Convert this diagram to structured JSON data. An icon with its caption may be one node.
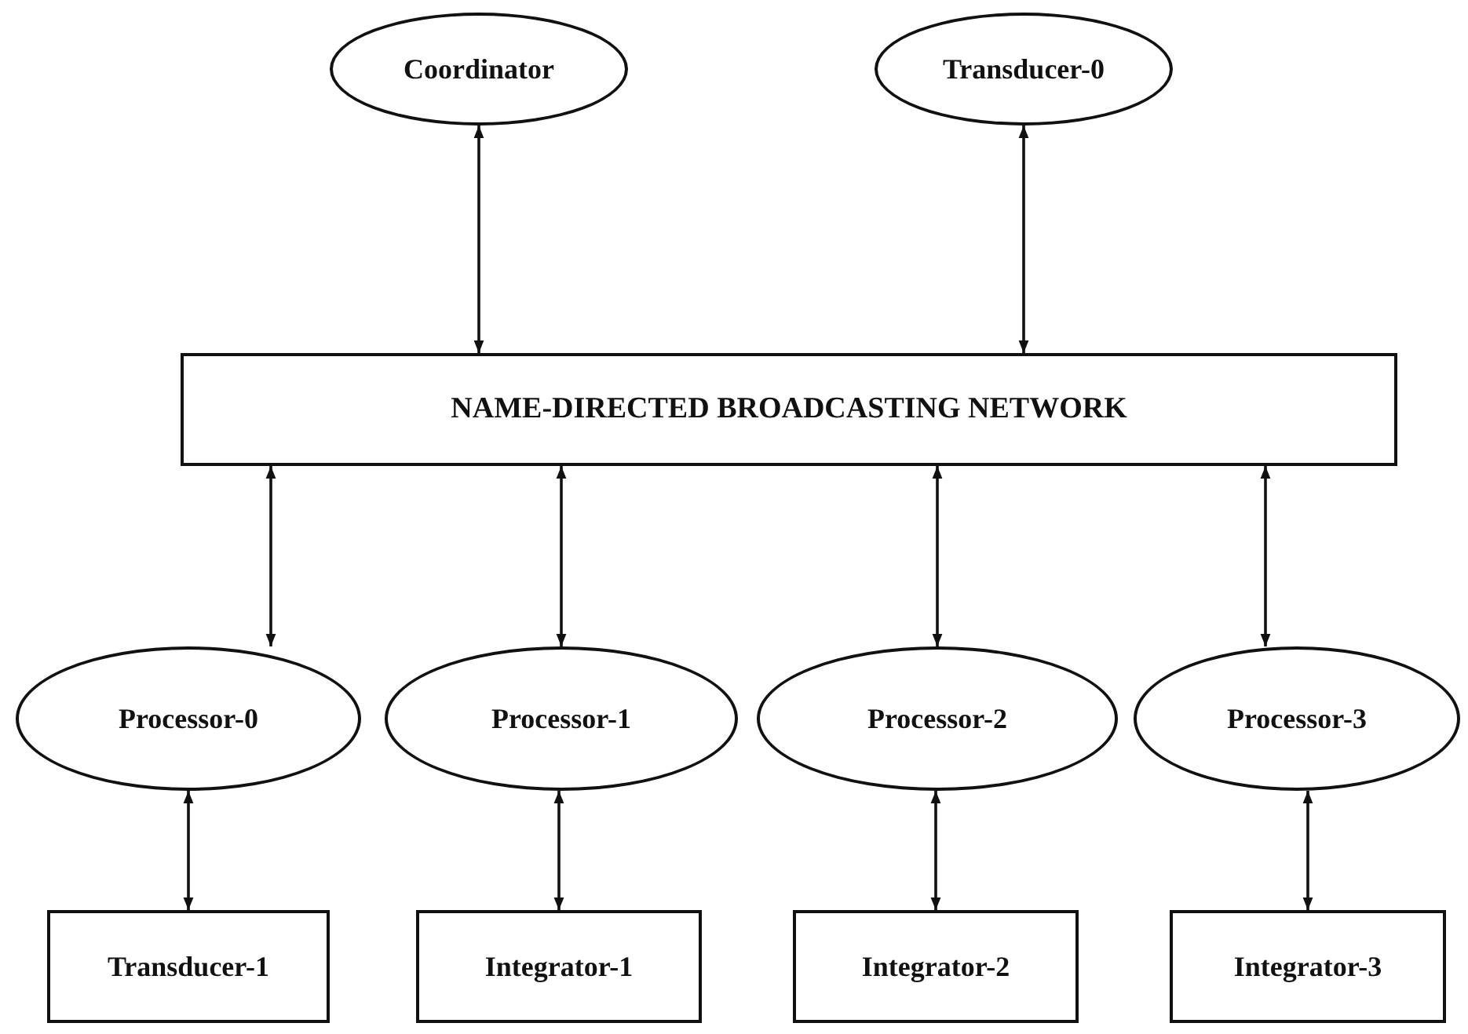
{
  "diagram": {
    "nodes": [
      {
        "text": [
          "Coordinator"
        ]
      },
      {
        "text": [
          "Transducer-0"
        ]
      },
      {
        "text": [
          "NAME-DIRECTED BROADCASTING NETWORK"
        ]
      },
      {
        "text": [
          "Processor-0"
        ]
      },
      {
        "text": [
          "Processor-1"
        ]
      },
      {
        "text": [
          "Processor-2"
        ]
      },
      {
        "text": [
          "Processor-3"
        ]
      },
      {
        "text": [
          "Transducer-1"
        ]
      },
      {
        "text": [
          "Integrator-1"
        ]
      },
      {
        "text": [
          "Integrator-2"
        ]
      },
      {
        "text": [
          "Integrator-3"
        ]
      }
    ],
    "edges": [
      {
        "from": 0,
        "to": 2,
        "arrow": "both"
      },
      {
        "from": 1,
        "to": 2,
        "arrow": "both"
      },
      {
        "from": 2,
        "to": 3,
        "arrow": "both"
      },
      {
        "from": 2,
        "to": 4,
        "arrow": "both"
      },
      {
        "from": 2,
        "to": 5,
        "arrow": "both"
      },
      {
        "from": 2,
        "to": 6,
        "arrow": "both"
      },
      {
        "from": 3,
        "to": 7,
        "arrow": "both"
      },
      {
        "from": 4,
        "to": 8,
        "arrow": "both"
      },
      {
        "from": 5,
        "to": 9,
        "arrow": "both"
      },
      {
        "from": 6,
        "to": 10,
        "arrow": "both"
      }
    ]
  }
}
